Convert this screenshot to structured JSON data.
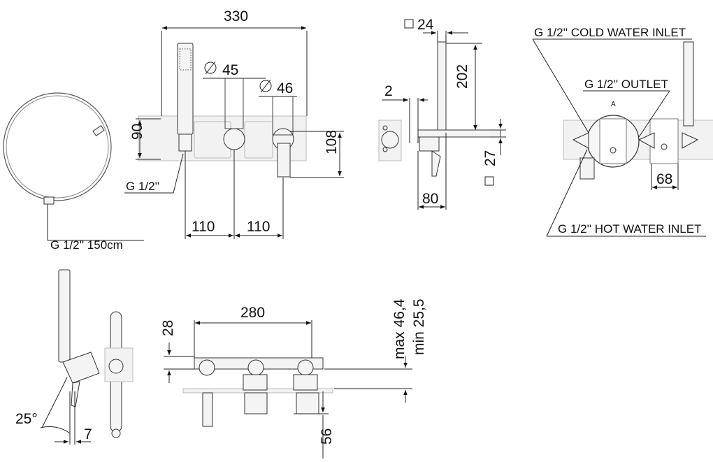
{
  "front_view": {
    "width_330": "330",
    "dia_45": "45",
    "dia_46": "46",
    "height_90": "90",
    "height_108": "108",
    "spacing_left": "110",
    "spacing_right": "110",
    "thread_label": "G 1/2''"
  },
  "hose": {
    "label": "G 1/2'' 150cm"
  },
  "side_view": {
    "square_24": "24",
    "height_202": "202",
    "depth_2": "2",
    "square_27": "27",
    "depth_80": "80"
  },
  "rear_view": {
    "cold_inlet": "G 1/2'' COLD WATER INLET",
    "outlet": "G 1/2'' OUTLET",
    "marker_a": "A",
    "width_68": "68",
    "hot_inlet": "G 1/2'' HOT WATER INLET"
  },
  "profile_view": {
    "angle": "25°",
    "offset_7": "7"
  },
  "body_view": {
    "width_280": "280",
    "height_28": "28",
    "max_depth": "max 46,4",
    "min_depth": "min 25,5",
    "depth_56": "56"
  }
}
